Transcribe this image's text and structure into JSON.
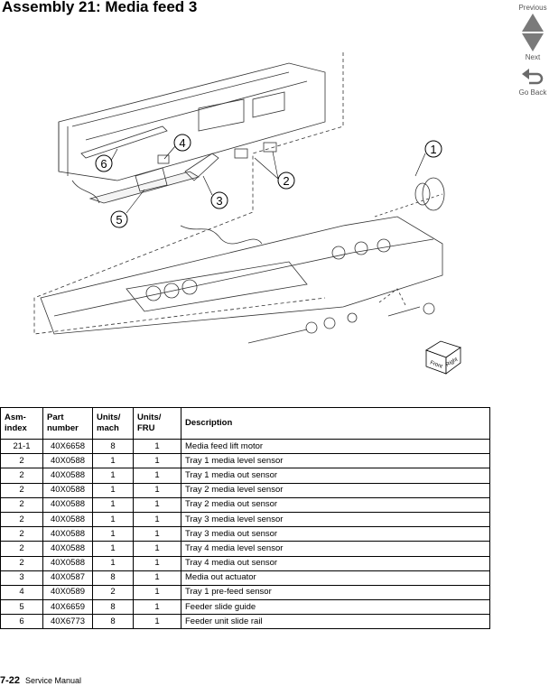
{
  "page_title": "Assembly 21:  Media feed 3",
  "nav": {
    "previous": "Previous",
    "next": "Next",
    "go_back": "Go Back"
  },
  "callouts": [
    "1",
    "2",
    "3",
    "4",
    "5",
    "6"
  ],
  "orientation_label": {
    "front": "Front",
    "right": "Right"
  },
  "table": {
    "headers": [
      "Asm-\nindex",
      "Part\nnumber",
      "Units/\nmach",
      "Units/\nFRU",
      "Description"
    ],
    "rows": [
      [
        "21-1",
        "40X6658",
        "8",
        "1",
        "Media feed lift motor"
      ],
      [
        "2",
        "40X0588",
        "1",
        "1",
        "Tray 1 media level sensor"
      ],
      [
        "2",
        "40X0588",
        "1",
        "1",
        "Tray 1 media out sensor"
      ],
      [
        "2",
        "40X0588",
        "1",
        "1",
        "Tray 2 media level sensor"
      ],
      [
        "2",
        "40X0588",
        "1",
        "1",
        "Tray 2 media out sensor"
      ],
      [
        "2",
        "40X0588",
        "1",
        "1",
        "Tray 3 media level sensor"
      ],
      [
        "2",
        "40X0588",
        "1",
        "1",
        "Tray 3 media out sensor"
      ],
      [
        "2",
        "40X0588",
        "1",
        "1",
        "Tray 4 media level sensor"
      ],
      [
        "2",
        "40X0588",
        "1",
        "1",
        "Tray 4 media out sensor"
      ],
      [
        "3",
        "40X0587",
        "8",
        "1",
        "Media out actuator"
      ],
      [
        "4",
        "40X0589",
        "2",
        "1",
        "Tray 1 pre-feed sensor"
      ],
      [
        "5",
        "40X6659",
        "8",
        "1",
        "Feeder slide guide"
      ],
      [
        "6",
        "40X6773",
        "8",
        "1",
        "Feeder unit slide rail"
      ]
    ]
  },
  "footer": {
    "page_number": "7-22",
    "manual": "Service Manual"
  }
}
